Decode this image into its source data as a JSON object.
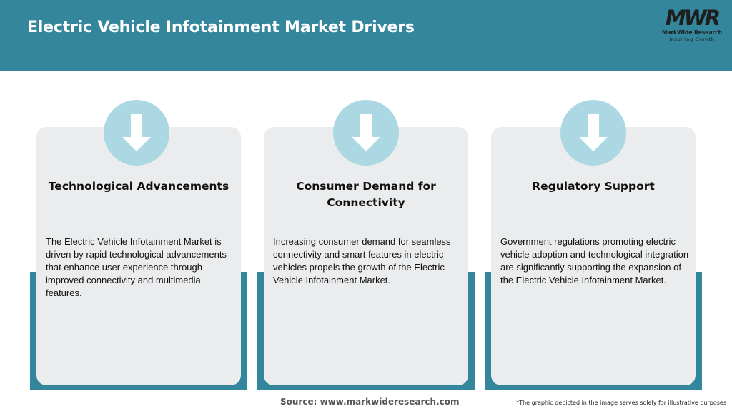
{
  "header": {
    "title": "Electric Vehicle Infotainment Market Drivers",
    "logo_mark": "MWR",
    "logo_name": "MarkWide Research",
    "logo_tagline": "Inspiring Growth"
  },
  "cards": [
    {
      "title": "Technological Advancements",
      "text": "The Electric Vehicle Infotainment Market is driven by rapid technological advancements that enhance user experience through improved connectivity and multimedia features.",
      "icon": "down-arrow-icon"
    },
    {
      "title": "Consumer Demand for Connectivity",
      "text": "Increasing consumer demand for seamless connectivity and smart features in electric vehicles propels the growth of the Electric Vehicle Infotainment Market.",
      "icon": "down-arrow-icon"
    },
    {
      "title": "Regulatory Support",
      "text": "Government regulations promoting electric vehicle adoption and technological integration are significantly supporting the expansion of the Electric Vehicle Infotainment Market.",
      "icon": "down-arrow-icon"
    }
  ],
  "footer": {
    "source": "Source: www.markwideresearch.com",
    "disclaimer": "*The graphic depicted in the image serves solely for illustrative purposes"
  },
  "colors": {
    "header_bg": "#33869b",
    "card_bg": "#ebeced",
    "card_accent": "#33869b",
    "icon_circle": "#abd8e3"
  }
}
